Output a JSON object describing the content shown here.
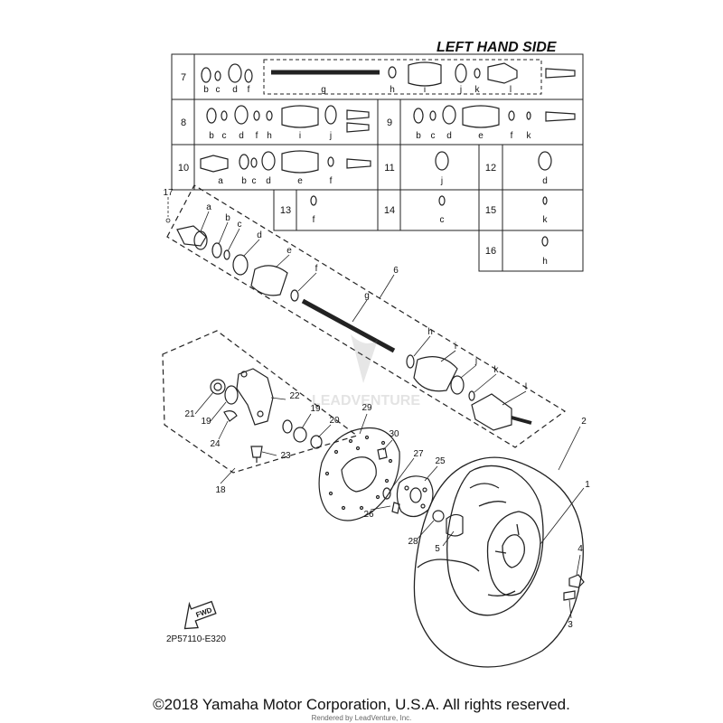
{
  "title": "LEFT HAND SIDE",
  "diagram_code": "2P57110-E320",
  "fwd_label": "FWD",
  "watermark": "LEADVENTURE",
  "copyright": "©2018 Yamaha Motor Corporation, U.S.A. All rights reserved.",
  "rendered_by": "Rendered by LeadVenture, Inc.",
  "table": {
    "rows": [
      {
        "ref": "7",
        "letters": [
          "b",
          "c",
          "d",
          "f",
          "g",
          "h",
          "i",
          "j",
          "k",
          "l"
        ]
      },
      {
        "ref": "8",
        "letters": [
          "b",
          "c",
          "d",
          "f",
          "h",
          "i",
          "j"
        ]
      },
      {
        "ref": "9",
        "letters": [
          "b",
          "c",
          "d",
          "e",
          "f",
          "k"
        ]
      },
      {
        "ref": "10",
        "letters": [
          "a",
          "b",
          "c",
          "d",
          "e",
          "f"
        ]
      },
      {
        "ref": "11",
        "letters": [
          "j"
        ]
      },
      {
        "ref": "12",
        "letters": [
          "d"
        ]
      },
      {
        "ref": "13",
        "letters": [
          "f"
        ]
      },
      {
        "ref": "14",
        "letters": [
          "c"
        ]
      },
      {
        "ref": "15",
        "letters": [
          "k"
        ]
      },
      {
        "ref": "16",
        "letters": [
          "h"
        ]
      }
    ]
  },
  "axle_letters": [
    "a",
    "b",
    "c",
    "d",
    "e",
    "f",
    "g",
    "h",
    "i",
    "j",
    "k",
    "l"
  ],
  "callouts": [
    "1",
    "2",
    "3",
    "4",
    "5",
    "6",
    "17",
    "18",
    "19",
    "19",
    "20",
    "21",
    "22",
    "23",
    "24",
    "25",
    "26",
    "27",
    "28",
    "29",
    "30"
  ]
}
